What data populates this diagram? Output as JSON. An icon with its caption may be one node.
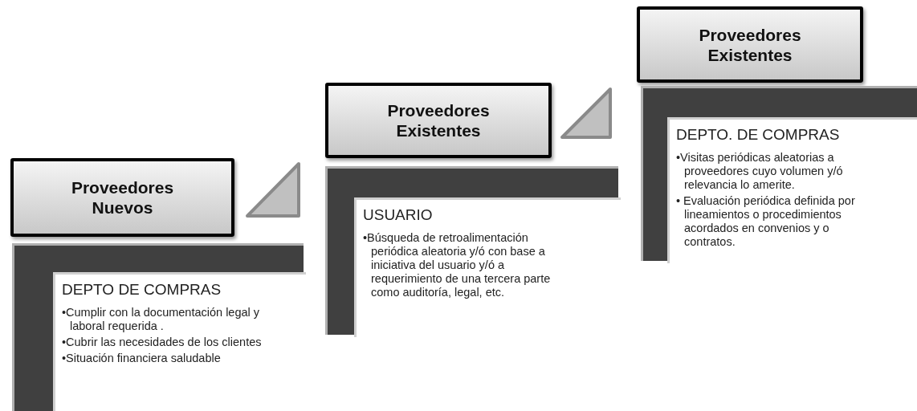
{
  "diagram": {
    "nodes": [
      {
        "text": [
          "Proveedores Nuevos"
        ]
      },
      {
        "text": [],
        "shape": "box"
      },
      {
        "text": [
          "DEPTO DE COMPRAS",
          "•Cumplir con la documentación legal y laboral requerida .",
          "•Cubrir las necesidades de los clientes",
          "•Situación financiera saludable"
        ],
        "in": 1
      },
      {
        "text": [
          "Proveedores Existentes"
        ]
      },
      {
        "text": [],
        "shape": "box"
      },
      {
        "text": [
          "USUARIO",
          "•Búsqueda de retroalimentación periódica aleatoria y/ó con base a iniciativa del usuario y/ó a requerimiento de una tercera parte como auditoría, legal, etc."
        ],
        "in": 4
      },
      {
        "text": [
          "Proveedores Existentes"
        ]
      },
      {
        "text": [],
        "shape": "box"
      },
      {
        "text": [
          "DEPTO. DE COMPRAS",
          "•Visitas periódicas aleatorias a proveedores cuyo volumen y/ó relevancia lo amerite.",
          "• Evaluación periódica definida por lineamientos o procedimientos acordados en convenios y o contratos."
        ],
        "in": 7
      }
    ],
    "edges": []
  }
}
